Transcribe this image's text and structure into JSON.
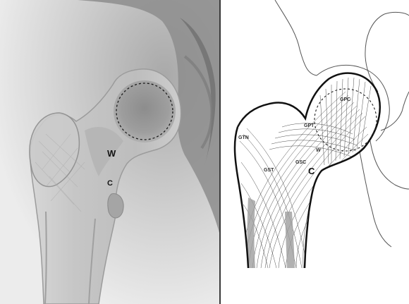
{
  "xray_panel": {
    "label_w": "W",
    "label_c": "C"
  },
  "diagram_panel": {
    "label_gpc": "GPC",
    "label_gpt": "GPT",
    "label_gtn": "GTN",
    "label_w": "W",
    "label_gst": "GST",
    "label_gsc": "GSC",
    "label_c": "C"
  }
}
